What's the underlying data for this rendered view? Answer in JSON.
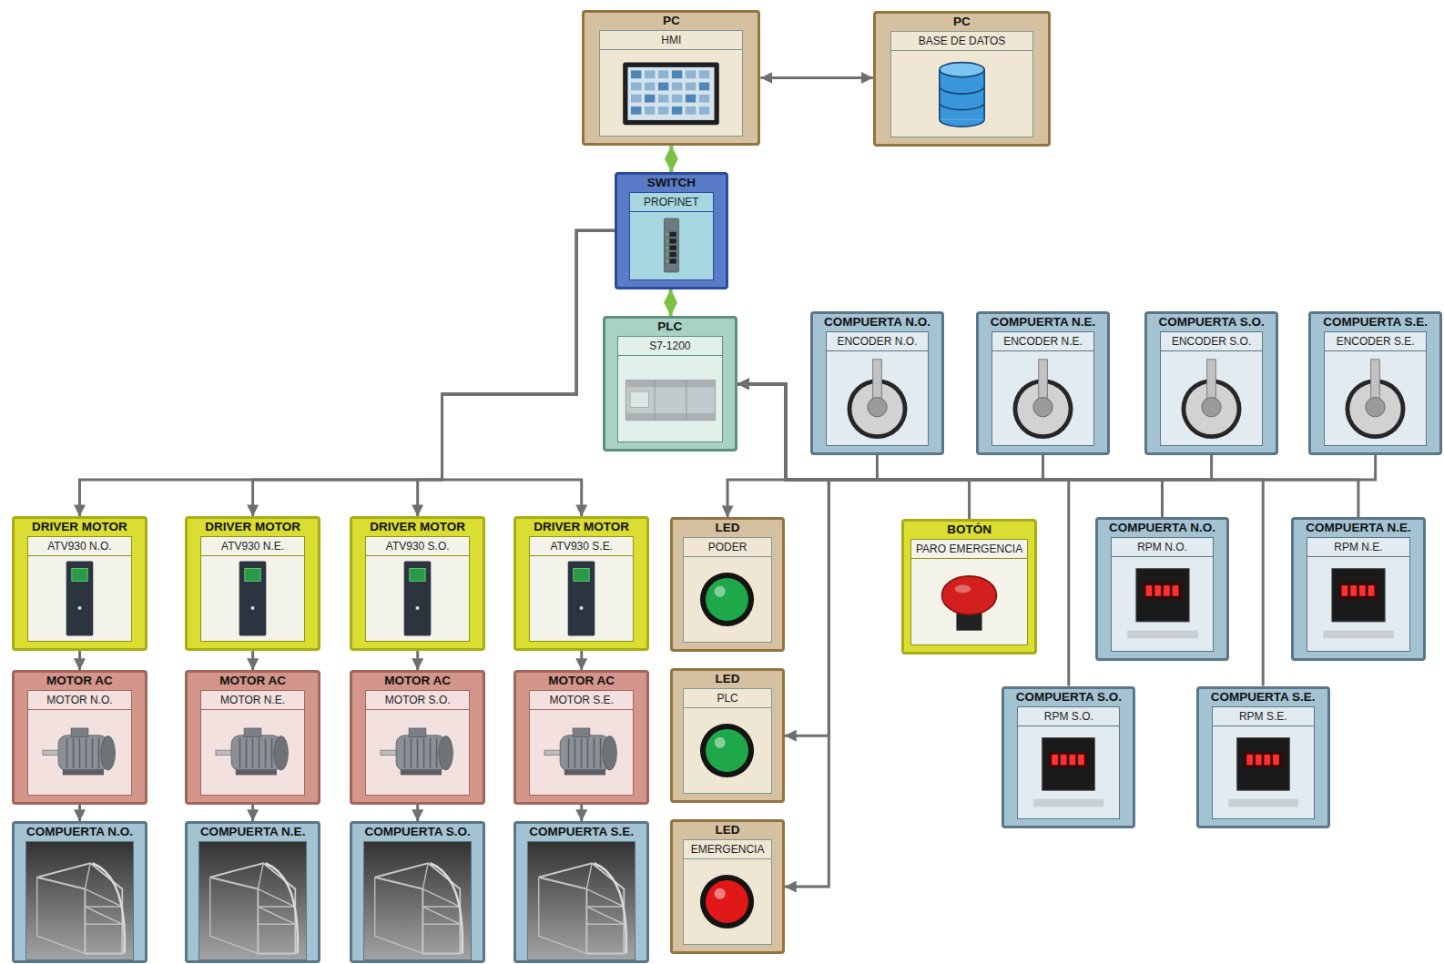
{
  "diagram": {
    "nodes": [
      {
        "text": [
          "PC",
          "HMI"
        ]
      },
      {
        "text": [
          "PC",
          "BASE DE DATOS"
        ]
      },
      {
        "text": [
          "SWITCH",
          "PROFINET"
        ]
      },
      {
        "text": [
          "PLC",
          "S7-1200"
        ]
      },
      {
        "text": [
          "COMPUERTA N.O.",
          "ENCODER N.O."
        ]
      },
      {
        "text": [
          "COMPUERTA N.E.",
          "ENCODER N.E."
        ]
      },
      {
        "text": [
          "COMPUERTA S.O.",
          "ENCODER S.O."
        ]
      },
      {
        "text": [
          "COMPUERTA S.E.",
          "ENCODER S.E."
        ]
      },
      {
        "text": [
          "DRIVER MOTOR",
          "ATV930 N.O."
        ]
      },
      {
        "text": [
          "DRIVER MOTOR",
          "ATV930 N.E."
        ]
      },
      {
        "text": [
          "DRIVER MOTOR",
          "ATV930 S.O."
        ]
      },
      {
        "text": [
          "DRIVER MOTOR",
          "ATV930 S.E."
        ]
      },
      {
        "text": [
          "LED",
          "PODER"
        ]
      },
      {
        "text": [
          "BOTÓN",
          "PARO EMERGENCIA"
        ]
      },
      {
        "text": [
          "COMPUERTA N.O.",
          "RPM N.O."
        ]
      },
      {
        "text": [
          "COMPUERTA N.E.",
          "RPM N.E."
        ]
      },
      {
        "text": [
          "MOTOR AC",
          "MOTOR N.O."
        ]
      },
      {
        "text": [
          "MOTOR AC",
          "MOTOR N.E."
        ]
      },
      {
        "text": [
          "MOTOR AC",
          "MOTOR S.O."
        ]
      },
      {
        "text": [
          "MOTOR AC",
          "MOTOR S.E."
        ]
      },
      {
        "text": [
          "LED",
          "PLC"
        ]
      },
      {
        "text": [
          "COMPUERTA S.O.",
          "RPM S.O."
        ]
      },
      {
        "text": [
          "COMPUERTA S.E.",
          "RPM S.E."
        ]
      },
      {
        "text": [
          "COMPUERTA N.O."
        ]
      },
      {
        "text": [
          "COMPUERTA N.E."
        ]
      },
      {
        "text": [
          "COMPUERTA S.O."
        ]
      },
      {
        "text": [
          "COMPUERTA S.E."
        ]
      },
      {
        "text": [
          "LED",
          "EMERGENCIA"
        ]
      }
    ],
    "edges": [
      {
        "from": 0,
        "to": 1,
        "arrow": "both"
      },
      {
        "from": 0,
        "to": 2,
        "arrow": "both"
      },
      {
        "from": 2,
        "to": 3,
        "arrow": "both"
      },
      {
        "from": 2,
        "to": 8,
        "arrow": "to"
      },
      {
        "from": 2,
        "to": 9,
        "arrow": "to"
      },
      {
        "from": 2,
        "to": 10,
        "arrow": "to"
      },
      {
        "from": 2,
        "to": 11,
        "arrow": "to"
      },
      {
        "from": 8,
        "to": 16,
        "arrow": "to"
      },
      {
        "from": 9,
        "to": 17,
        "arrow": "to"
      },
      {
        "from": 10,
        "to": 18,
        "arrow": "to"
      },
      {
        "from": 11,
        "to": 19,
        "arrow": "to"
      },
      {
        "from": 16,
        "to": 23,
        "arrow": "to"
      },
      {
        "from": 17,
        "to": 24,
        "arrow": "to"
      },
      {
        "from": 18,
        "to": 25,
        "arrow": "to"
      },
      {
        "from": 19,
        "to": 26,
        "arrow": "to"
      },
      {
        "from": 4,
        "to": 3,
        "arrow": "to"
      },
      {
        "from": 5,
        "to": 3,
        "arrow": "to"
      },
      {
        "from": 6,
        "to": 3,
        "arrow": "to"
      },
      {
        "from": 7,
        "to": 3,
        "arrow": "to"
      },
      {
        "from": 13,
        "to": 3,
        "arrow": "to"
      },
      {
        "from": 14,
        "to": 3,
        "arrow": "to"
      },
      {
        "from": 15,
        "to": 3,
        "arrow": "to"
      },
      {
        "from": 21,
        "to": 3,
        "arrow": "to"
      },
      {
        "from": 22,
        "to": 3,
        "arrow": "to"
      },
      {
        "from": 3,
        "to": 12,
        "arrow": "to"
      },
      {
        "from": 3,
        "to": 20,
        "arrow": "to"
      },
      {
        "from": 3,
        "to": 27,
        "arrow": "to"
      }
    ]
  }
}
